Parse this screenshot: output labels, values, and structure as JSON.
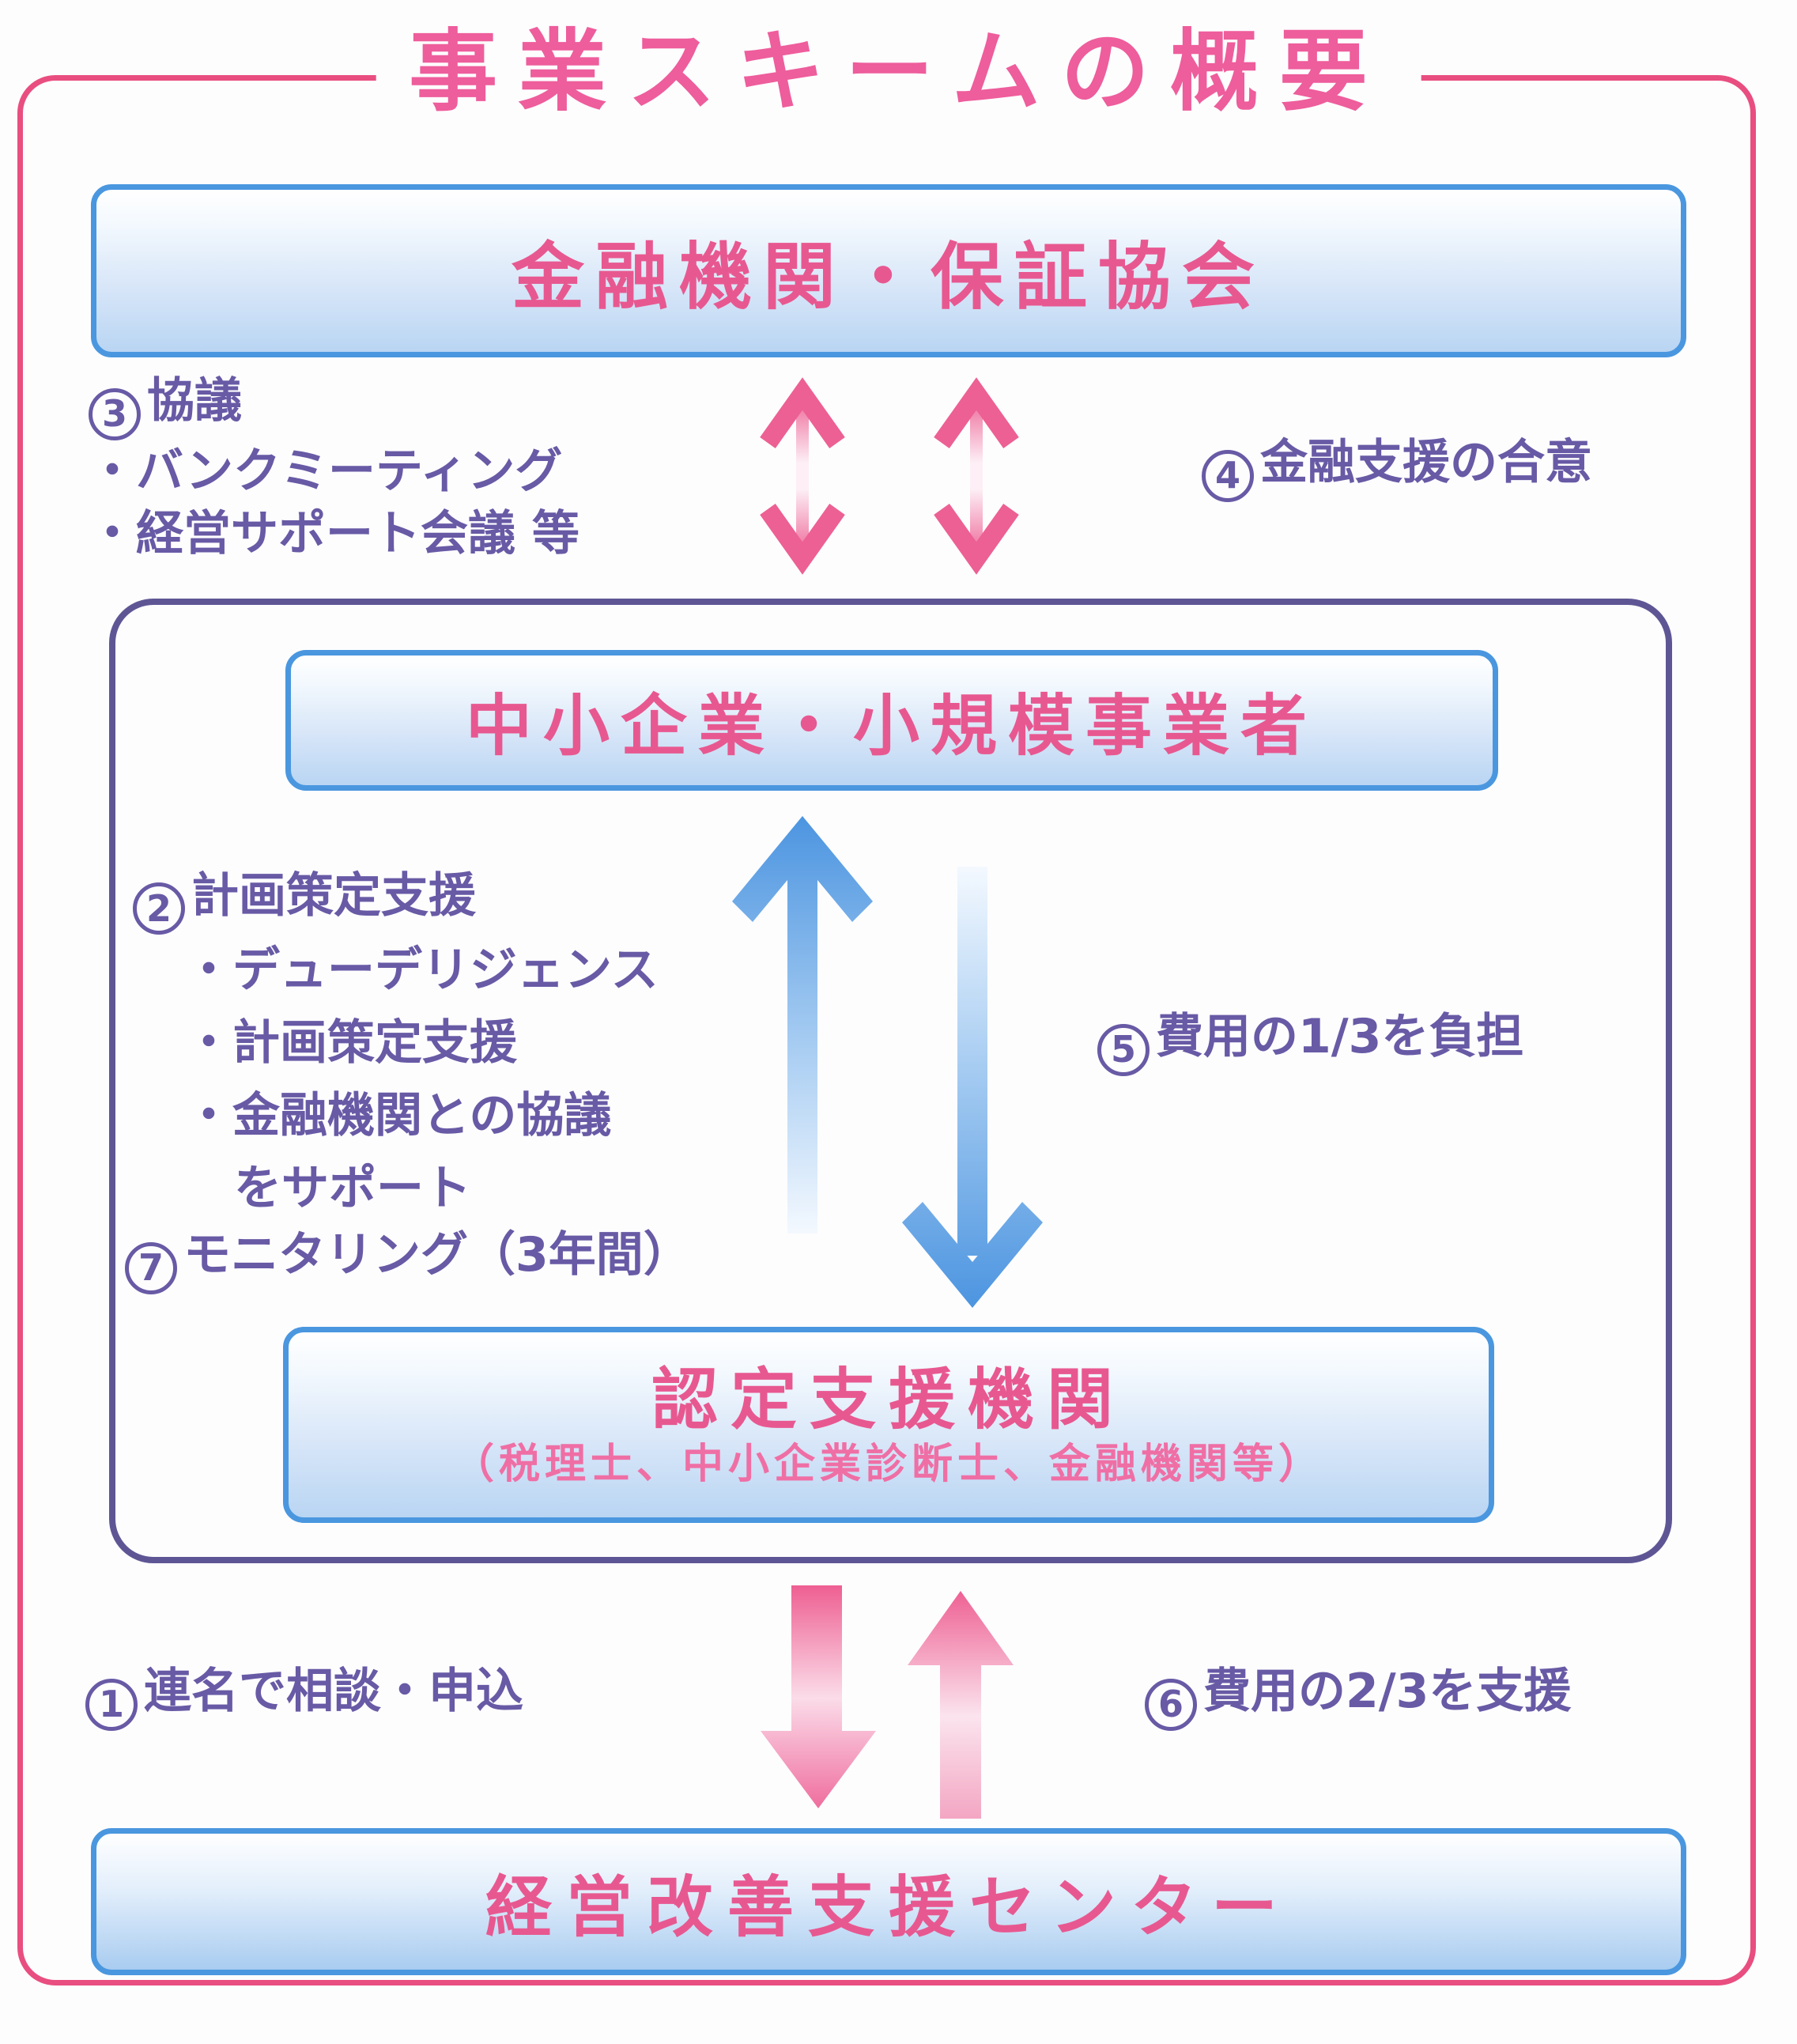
{
  "title": "事業スキームの概要",
  "colors": {
    "accent_pink": "#e94e80",
    "title_pink": "#ee5d9c",
    "box_text_pink": "#e85890",
    "note_purple": "#685aa5",
    "container_purple": "#5e5694",
    "box_border_blue": "#4a97df",
    "arrow_blue": "#4b94e0",
    "arrow_pink": "#ed6093"
  },
  "boxes": {
    "financial": {
      "label": "金融機関・保証協会"
    },
    "sme": {
      "label": "中小企業・小規模事業者"
    },
    "certified": {
      "label": "認定支援機関",
      "sublabel": "（税理士、中小企業診断士、金融機関等）"
    },
    "center": {
      "label": "経営改善支援センター"
    }
  },
  "annotations": {
    "apply": {
      "number": "1",
      "lines": [
        "連名で相談・申込"
      ]
    },
    "planning": {
      "number": "2",
      "lines": [
        "計画策定支援",
        "・デューデリジェンス",
        "・計画策定支援",
        "・金融機関との協議",
        "をサポート"
      ]
    },
    "discussion": {
      "number": "3",
      "lines": [
        "協議",
        "・バンクミーティング",
        "・経営サポート会議 等"
      ]
    },
    "agreement": {
      "number": "4",
      "lines": [
        "金融支援の合意"
      ]
    },
    "cost_one_third": {
      "number": "5",
      "lines": [
        "費用の1/3を負担"
      ]
    },
    "cost_two_thirds": {
      "number": "6",
      "lines": [
        "費用の2/3を支援"
      ]
    },
    "monitoring": {
      "number": "7",
      "lines": [
        "モニタリング（3年間）"
      ]
    }
  }
}
